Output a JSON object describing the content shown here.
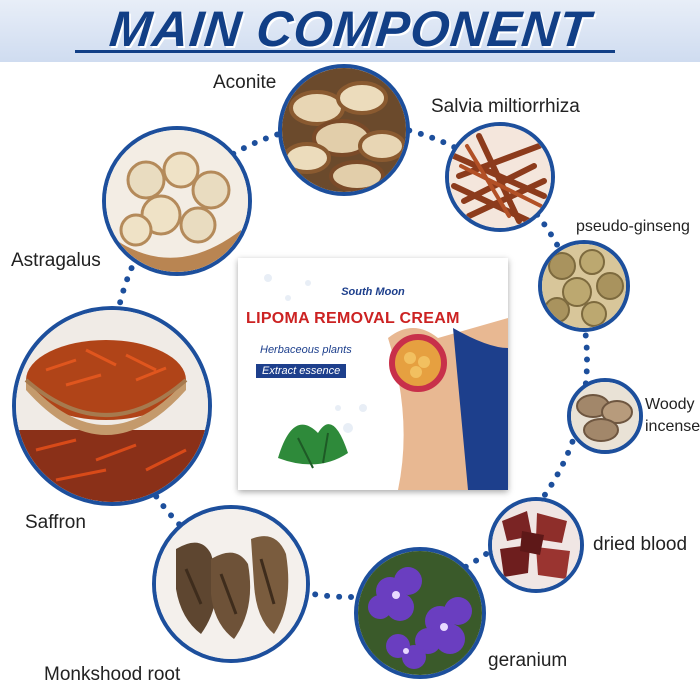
{
  "header": {
    "title": "MAIN COMPONENT"
  },
  "ingredients": [
    {
      "label": "Aconite",
      "icon": "aconite-slices-photo"
    },
    {
      "label": "Salvia miltiorrhiza",
      "icon": "salvia-root-photo"
    },
    {
      "label": "pseudo-ginseng",
      "icon": "pseudo-ginseng-photo"
    },
    {
      "label": "Woody",
      "label2": "incense",
      "icon": "woody-incense-photo"
    },
    {
      "label": "dried blood",
      "icon": "dried-blood-photo"
    },
    {
      "label": "geranium",
      "icon": "geranium-flower-photo"
    },
    {
      "label": "Monkshood root",
      "icon": "monkshood-root-photo"
    },
    {
      "label": "Saffron",
      "icon": "saffron-bowl-photo"
    },
    {
      "label": "Astragalus",
      "icon": "astragalus-slices-photo"
    }
  ],
  "product": {
    "brand": "South Moon",
    "title": "LIPOMA REMOVAL CREAM",
    "bullet1": "Herbaceous plants",
    "bullet2": "Extract essence"
  },
  "colors": {
    "accent": "#1d4f9c",
    "title_red": "#cc2222"
  }
}
